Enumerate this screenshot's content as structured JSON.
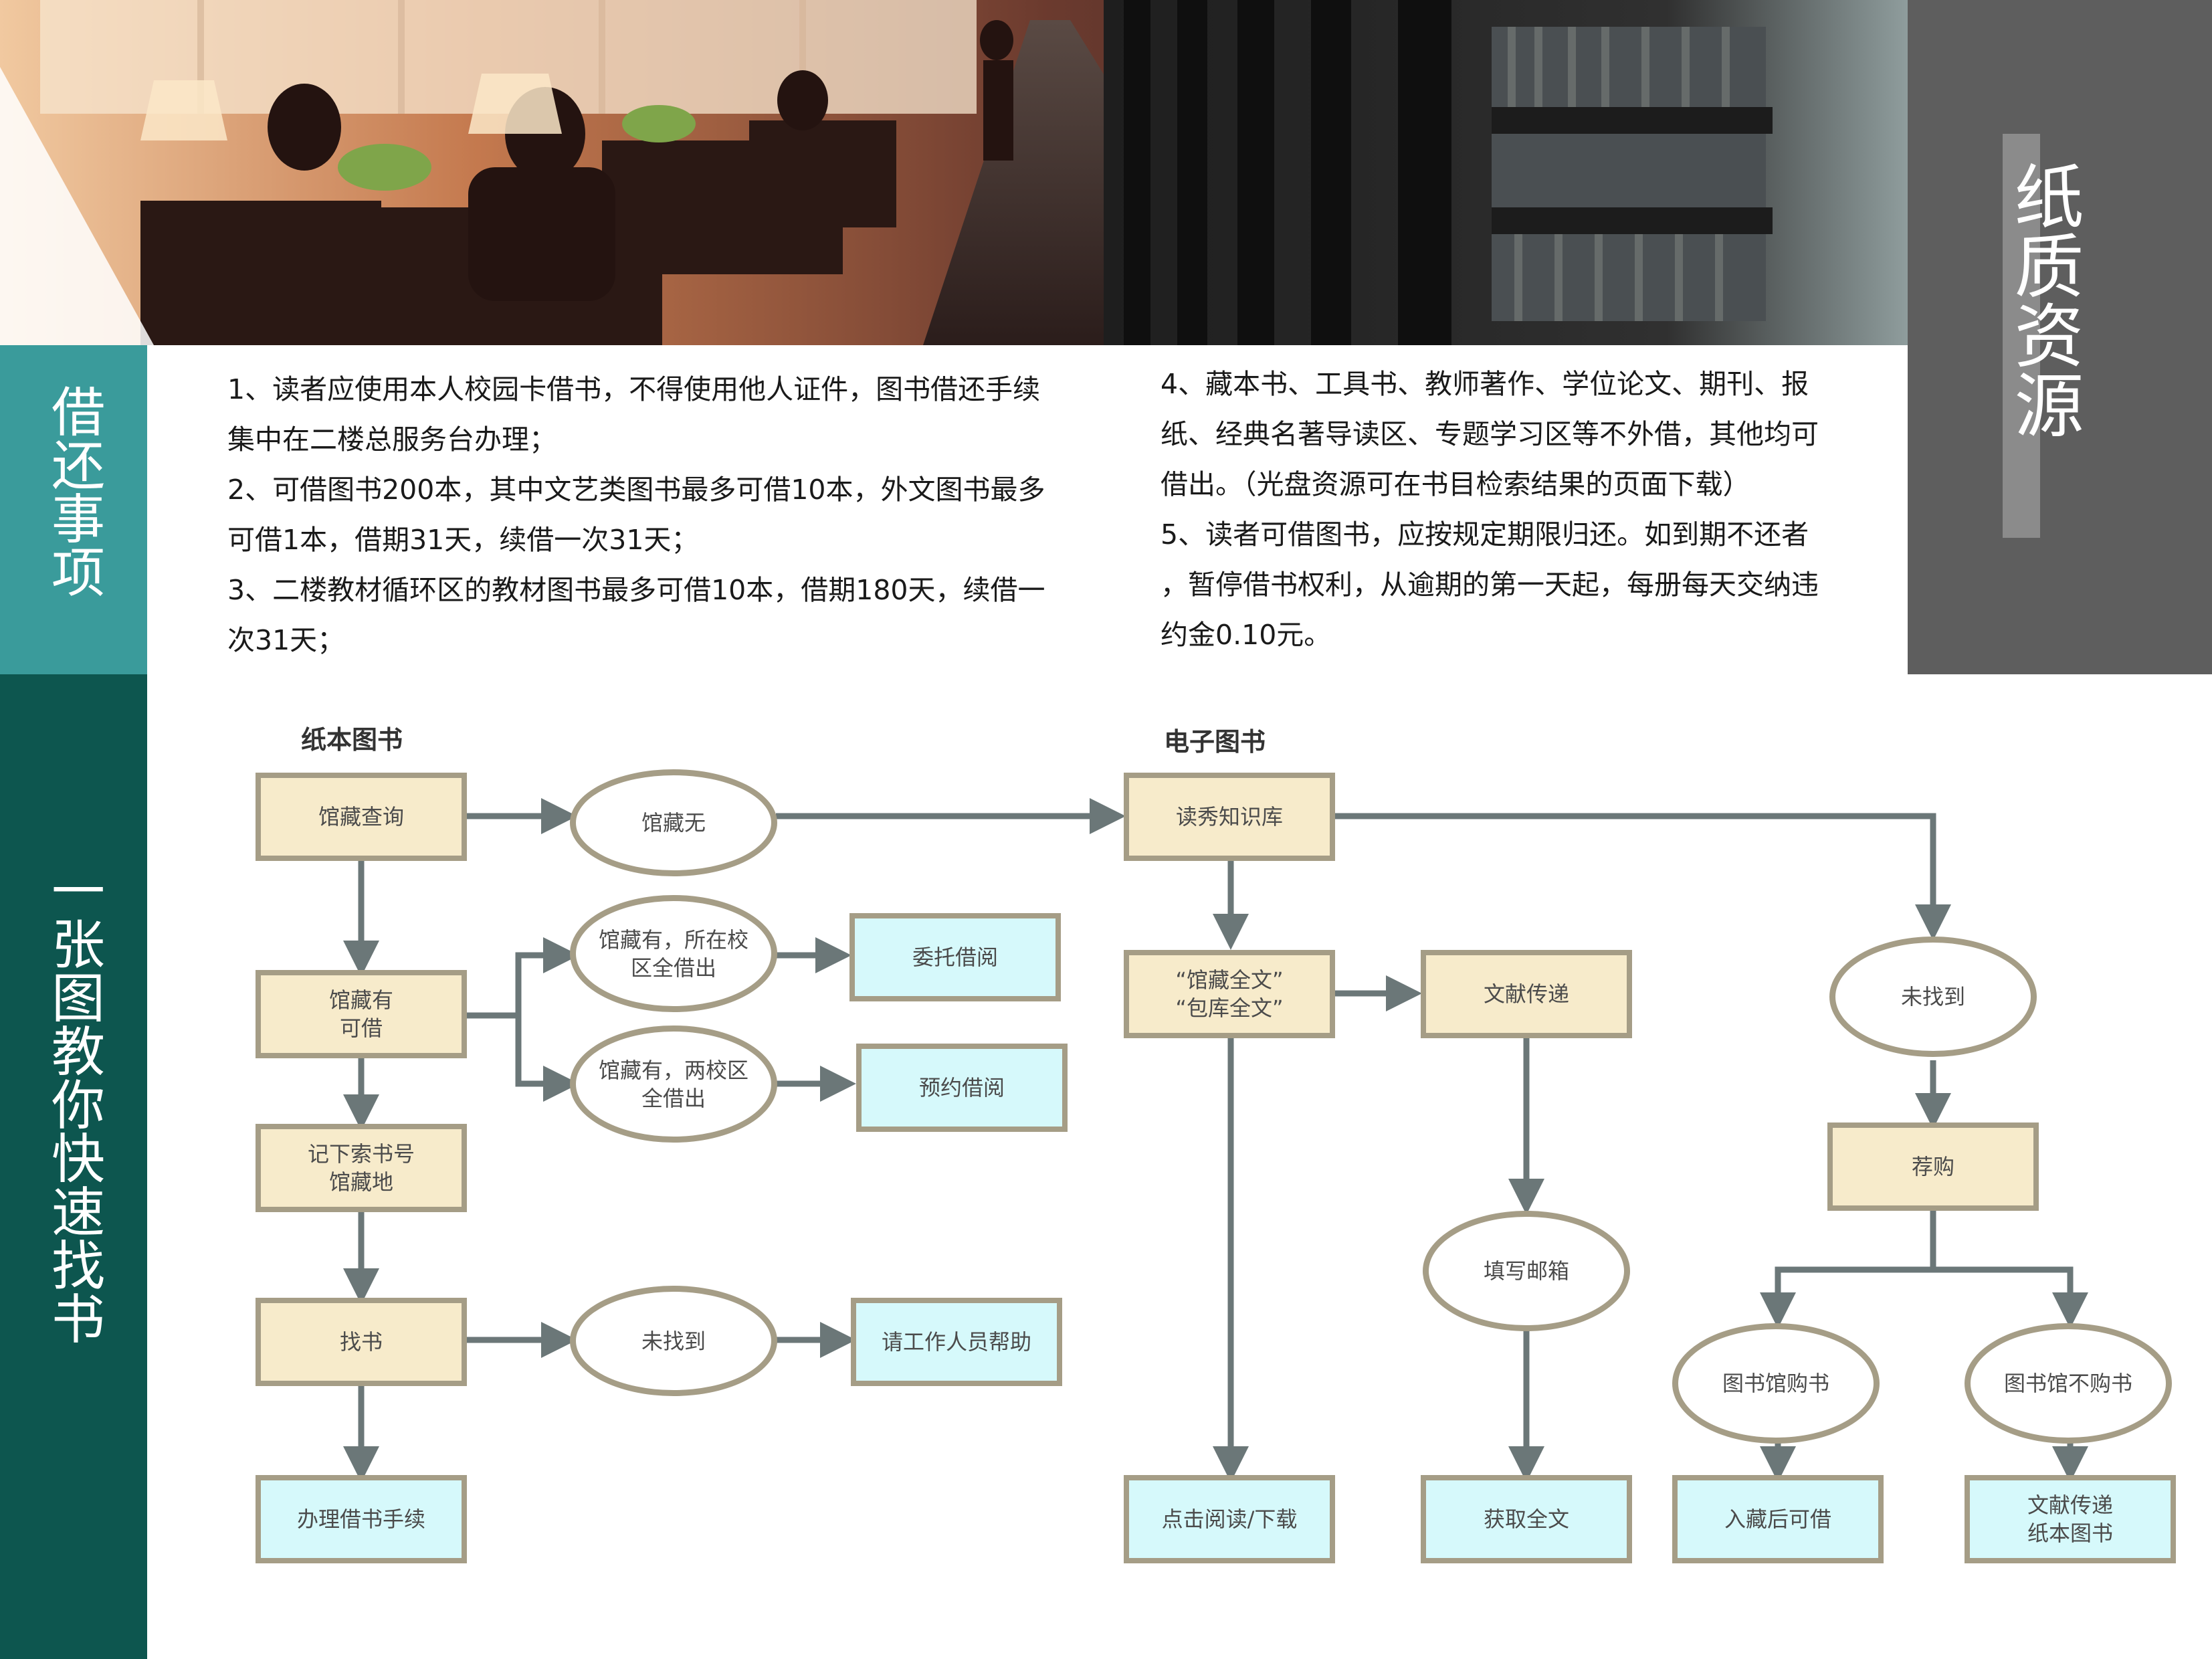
{
  "vertical_titles": {
    "right": "纸质资源",
    "side_top": "借还事项",
    "side_bottom": "一张图教你快速找书"
  },
  "rules": {
    "left": [
      "1、读者应使用本人校园卡借书，不得使用他人证件，图书借还手续",
      "集中在二楼总服务台办理；",
      "2、可借图书200本，其中文艺类图书最多可借10本，外文图书最多",
      "可借1本，借期31天，续借一次31天；",
      "3、二楼教材循环区的教材图书最多可借10本，借期180天，续借一",
      "次31天；"
    ],
    "right": [
      "4、藏本书、工具书、教师著作、学位论文、期刊、报",
      "纸、经典名著导读区、专题学习区等不外借，其他均可",
      "借出。（光盘资源可在书目检索结果的页面下载）",
      "5、读者可借图书，应按规定期限归还。如到期不还者",
      "，暂停借书权利，从逾期的第一天起，每册每天交纳违",
      "约金0.10元。"
    ]
  },
  "flow": {
    "section_paper": "纸本图书",
    "section_ebook": "电子图书",
    "nodes": {
      "catalog_query": "馆藏查询",
      "not_in_collection": "馆藏无",
      "available": "馆藏有\n可借",
      "all_lent_campus": "馆藏有，所在校\n区全借出",
      "all_lent_both": "馆藏有，两校区\n全借出",
      "entrust_borrow": "委托借阅",
      "reserve_borrow": "预约借阅",
      "note_call_number": "记下索书号\n馆藏地",
      "find_book": "找书",
      "not_found_paper": "未找到",
      "ask_staff": "请工作人员帮助",
      "checkout": "办理借书手续",
      "duxiu": "读秀知识库",
      "fulltext": "“馆藏全文”\n“包库全文”",
      "doc_delivery": "文献传递",
      "fill_email": "填写邮箱",
      "get_fulltext": "获取全文",
      "click_read": "点击阅读/下载",
      "not_found_ebook": "未找到",
      "recommend_buy": "荐购",
      "library_buys": "图书馆购书",
      "library_not_buy": "图书馆不购书",
      "after_collection": "入藏后可借",
      "delivery_paper": "文献传递\n纸本图书"
    }
  },
  "colors": {
    "teal": "#3a9b9b",
    "dark_green": "#0d564f",
    "gray_panel": "#5e5e5e",
    "node_beige": "#f7ebcb",
    "node_cyan": "#d6f9fb",
    "node_border": "#a59d86",
    "arrow": "#6b7778"
  }
}
